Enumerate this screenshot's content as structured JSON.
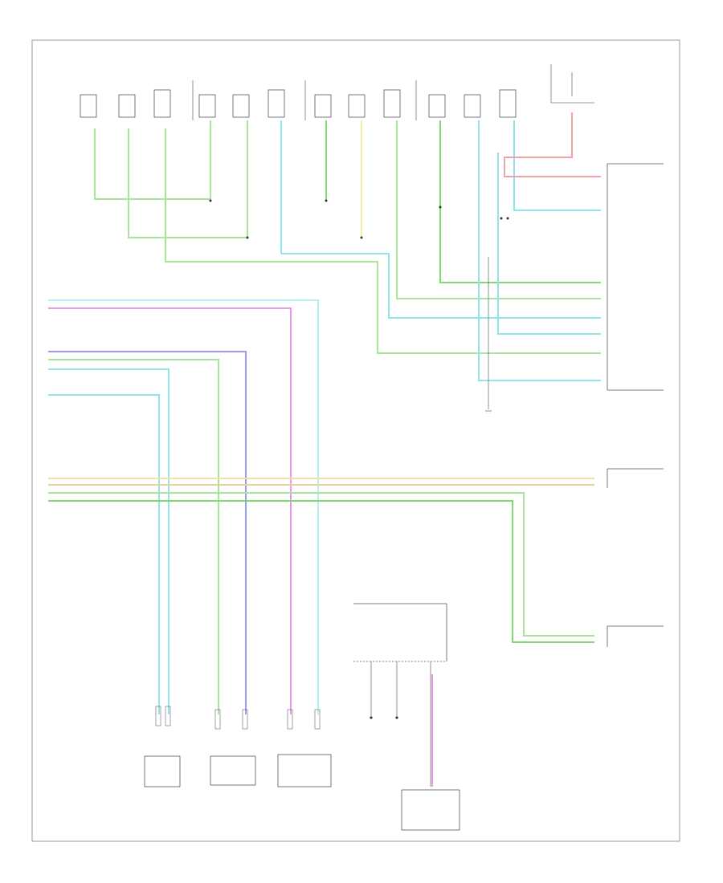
{
  "diagram": {
    "footer_code": "",
    "colors": {
      "green": "#7ddc6e",
      "light_green": "#a8e59a",
      "cyan": "#8ee6ec",
      "yellow": "#f3f0a4",
      "pink": "#f3a0a8",
      "blue": "#9a9cf0",
      "magenta": "#e89ae6",
      "tan": "#e8d49a",
      "gray": "#777777"
    },
    "components": [
      {
        "id": "door-switch-lf",
        "label": ""
      },
      {
        "id": "door-switch-rf",
        "label": ""
      },
      {
        "id": "door-switch-lr",
        "label": ""
      },
      {
        "id": "door-switch-rr",
        "label": ""
      },
      {
        "id": "fuse-block",
        "label": ""
      },
      {
        "id": "control-module",
        "label": ""
      },
      {
        "id": "front-sensor",
        "label": ""
      },
      {
        "id": "rear-sensor",
        "label": ""
      },
      {
        "id": "seat-sensor-left",
        "label": ""
      },
      {
        "id": "seat-sensor-center",
        "label": ""
      },
      {
        "id": "seat-sensor-right",
        "label": ""
      },
      {
        "id": "switch-assembly",
        "label": ""
      },
      {
        "id": "ground-module",
        "label": ""
      }
    ]
  }
}
